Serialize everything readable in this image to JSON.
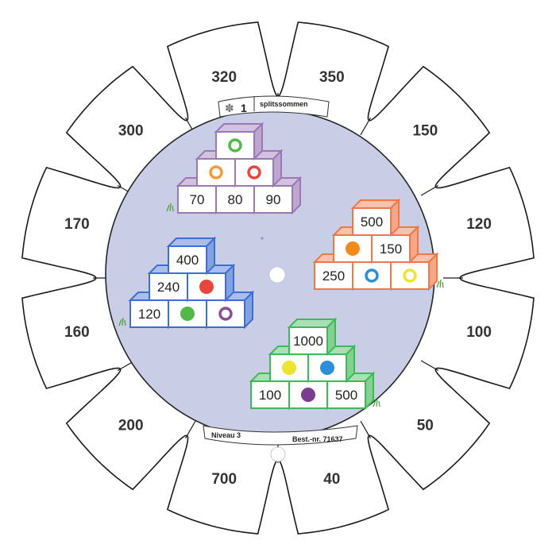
{
  "label_top": {
    "number": "1",
    "title": "splitssommen",
    "icon": "puzzle-icon"
  },
  "label_bottom": {
    "level": "Niveau 3",
    "order": "Best.-nr. 71637"
  },
  "answers": [
    "350",
    "150",
    "120",
    "100",
    "50",
    "40",
    "700",
    "200",
    "160",
    "170",
    "300",
    "320"
  ],
  "pyramids": [
    {
      "color": "#9a78b6",
      "top": {
        "text": "",
        "dot": "#52b948",
        "ring": true
      },
      "middle": [
        {
          "text": "",
          "dot": "#f39a3a",
          "ring": true
        },
        {
          "text": "",
          "dot": "#e8453c",
          "ring": true
        }
      ],
      "bottom": [
        {
          "text": "70"
        },
        {
          "text": "80"
        },
        {
          "text": "90"
        }
      ]
    },
    {
      "color": "#f07848",
      "top": {
        "text": "500"
      },
      "middle": [
        {
          "text": "",
          "dot": "#f38a1f",
          "ring": false
        },
        {
          "text": "150"
        }
      ],
      "bottom": [
        {
          "text": "250"
        },
        {
          "text": "",
          "dot": "#2d8fd6",
          "ring": true
        },
        {
          "text": "",
          "dot": "#efe332",
          "ring": true
        }
      ]
    },
    {
      "color": "#3f6ed2",
      "top": {
        "text": "400"
      },
      "middle": [
        {
          "text": "240"
        },
        {
          "text": "",
          "dot": "#e8453c",
          "ring": false
        }
      ],
      "bottom": [
        {
          "text": "120"
        },
        {
          "text": "",
          "dot": "#52b948",
          "ring": false
        },
        {
          "text": "",
          "dot": "#8a4e9a",
          "ring": true
        }
      ]
    },
    {
      "color": "#3fb858",
      "top": {
        "text": "1000"
      },
      "middle": [
        {
          "text": "",
          "dot": "#efe332",
          "ring": false
        },
        {
          "text": "",
          "dot": "#2d8fd6",
          "ring": false
        }
      ],
      "bottom": [
        {
          "text": "100"
        },
        {
          "text": "",
          "dot": "#7a3e90",
          "ring": false
        },
        {
          "text": "500"
        }
      ]
    }
  ]
}
